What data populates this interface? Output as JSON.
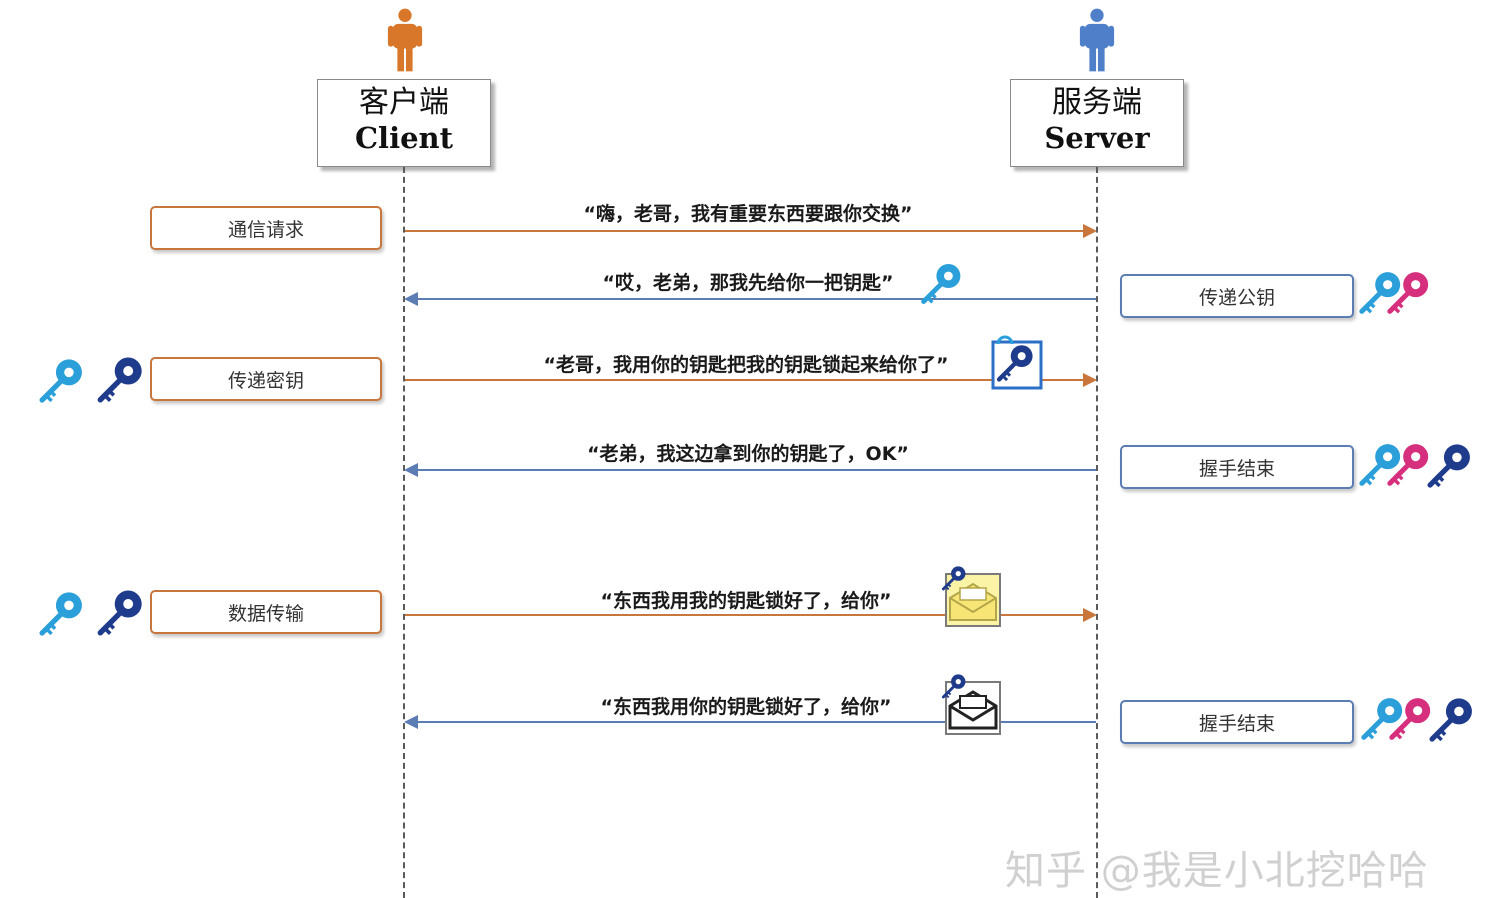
{
  "participants": {
    "client": {
      "zh": "客户端",
      "en": "Client"
    },
    "server": {
      "zh": "服务端",
      "en": "Server"
    }
  },
  "messages": [
    {
      "text": "“嗨，老哥，我有重要东西要跟你交换”",
      "direction": "client-to-server"
    },
    {
      "text": "“哎，老弟，那我先给你一把钥匙”",
      "direction": "server-to-client"
    },
    {
      "text": "“老哥，我用你的钥匙把我的钥匙锁起来给你了”",
      "direction": "client-to-server"
    },
    {
      "text": "“老弟，我这边拿到你的钥匙了，OK”",
      "direction": "server-to-client"
    },
    {
      "text": "“东西我用我的钥匙锁好了，给你”",
      "direction": "client-to-server"
    },
    {
      "text": "“东西我用你的钥匙锁好了，给你”",
      "direction": "server-to-client"
    }
  ],
  "client_labels": [
    "通信请求",
    "传递密钥",
    "数据传输"
  ],
  "server_labels": [
    "传递公钥",
    "握手结束",
    "握手结束"
  ],
  "icons": [
    "client-person-icon",
    "server-person-icon",
    "public-key-icon",
    "private-key-icon",
    "session-key-icon",
    "locked-key-box-icon",
    "envelope-icon"
  ],
  "colors": {
    "client": "#c8763b",
    "server": "#5b7db3",
    "public_key": "#2b9fd9",
    "private_key": "#d62f7d",
    "session_key": "#1f3b8c"
  },
  "watermark": "知乎 @我是小北挖哈哈"
}
